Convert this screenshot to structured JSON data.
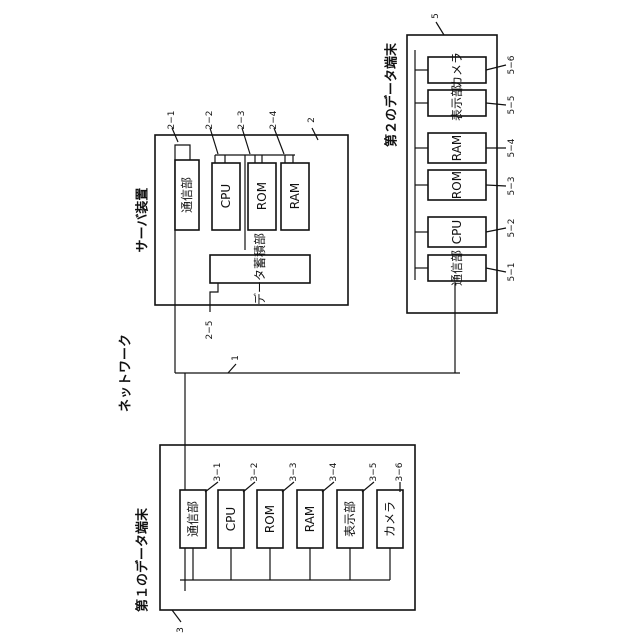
{
  "network": {
    "label": "ネットワーク",
    "ref": "1"
  },
  "server": {
    "title": "サーバ装置",
    "ref": "2",
    "units": [
      {
        "label": "通信部",
        "ref": "2−1"
      },
      {
        "label": "CPU",
        "ref": "2−2"
      },
      {
        "label": "ROM",
        "ref": "2−3"
      },
      {
        "label": "RAM",
        "ref": "2−4"
      },
      {
        "label": "データ蓄積部",
        "ref": "2−5"
      }
    ]
  },
  "terminal1": {
    "title": "第１のデータ端末",
    "ref": "3",
    "units": [
      {
        "label": "通信部",
        "ref": "3−1"
      },
      {
        "label": "CPU",
        "ref": "3−2"
      },
      {
        "label": "ROM",
        "ref": "3−3"
      },
      {
        "label": "RAM",
        "ref": "3−4"
      },
      {
        "label": "表示部",
        "ref": "3−5"
      },
      {
        "label": "カメラ",
        "ref": "3−6"
      }
    ]
  },
  "terminal2": {
    "title": "第２のデータ端末",
    "ref": "5",
    "units": [
      {
        "label": "通信部",
        "ref": "5−1"
      },
      {
        "label": "CPU",
        "ref": "5−2"
      },
      {
        "label": "ROM",
        "ref": "5−3"
      },
      {
        "label": "RAM",
        "ref": "5−4"
      },
      {
        "label": "表示部",
        "ref": "5−5"
      },
      {
        "label": "カメラ",
        "ref": "5−6"
      }
    ]
  }
}
